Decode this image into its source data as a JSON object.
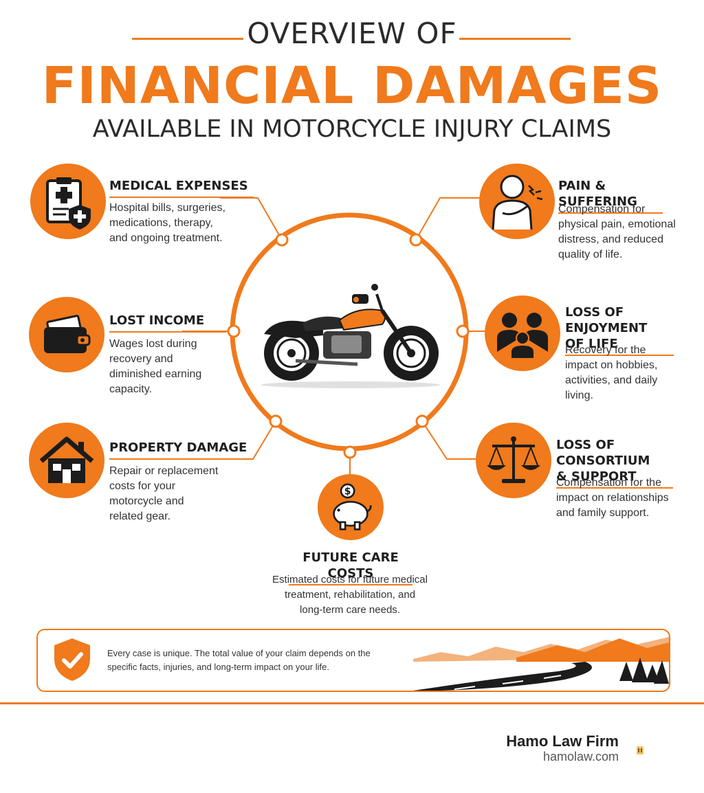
{
  "header": {
    "overview": "OVERVIEW OF",
    "title": "FINANCIAL DAMAGES",
    "subtitle": "AVAILABLE IN MOTORCYCLE INJURY CLAIMS"
  },
  "items": {
    "medical": {
      "icon": "clipboard-medical-icon",
      "title": "MEDICAL EXPENSES",
      "lines": [
        "Hospital bills, surgeries,",
        "medications, therapy,",
        "and ongoing treatment."
      ]
    },
    "lost_income": {
      "icon": "wallet-icon",
      "title": "LOST INCOME",
      "lines": [
        "Wages lost during",
        "recovery and",
        "diminished earning",
        "capacity."
      ]
    },
    "property": {
      "icon": "house-icon",
      "title": "PROPERTY DAMAGE",
      "lines": [
        "Repair or replacement",
        "costs for your",
        "motorcycle and",
        "related gear."
      ]
    },
    "future_care": {
      "icon": "piggy-bank-icon",
      "title": "FUTURE CARE COSTS",
      "lines": [
        "Estimated costs for future medical",
        "treatment, rehabilitation, and",
        "long-term care needs."
      ]
    },
    "pain": {
      "icon": "shoulder-pain-icon",
      "title": "PAIN & SUFFERING",
      "lines": [
        "Compensation for",
        "physical pain, emotional",
        "distress, and reduced",
        "quality of life."
      ]
    },
    "enjoyment": {
      "icon": "family-icon",
      "title_lines": [
        "LOSS OF ENJOYMENT",
        "OF LIFE"
      ],
      "lines": [
        "Recovery for the",
        "impact on hobbies,",
        "activities, and daily",
        "living."
      ]
    },
    "consortium": {
      "icon": "scales-icon",
      "title_lines": [
        "LOSS OF CONSORTIUM",
        "& SUPPORT"
      ],
      "lines": [
        "Compensation for the",
        "impact on relationships",
        "and family support."
      ]
    }
  },
  "notice": {
    "icon": "shield-check-icon",
    "lines": [
      "Every case is unique. The total value of your claim depends on the",
      "specific facts, injuries, and long-term impact on your life."
    ]
  },
  "brand": {
    "name": "Hamo Law Firm",
    "url": "hamolaw.com"
  },
  "colors": {
    "accent": "#f07a1c",
    "text": "#1f1f1f"
  }
}
